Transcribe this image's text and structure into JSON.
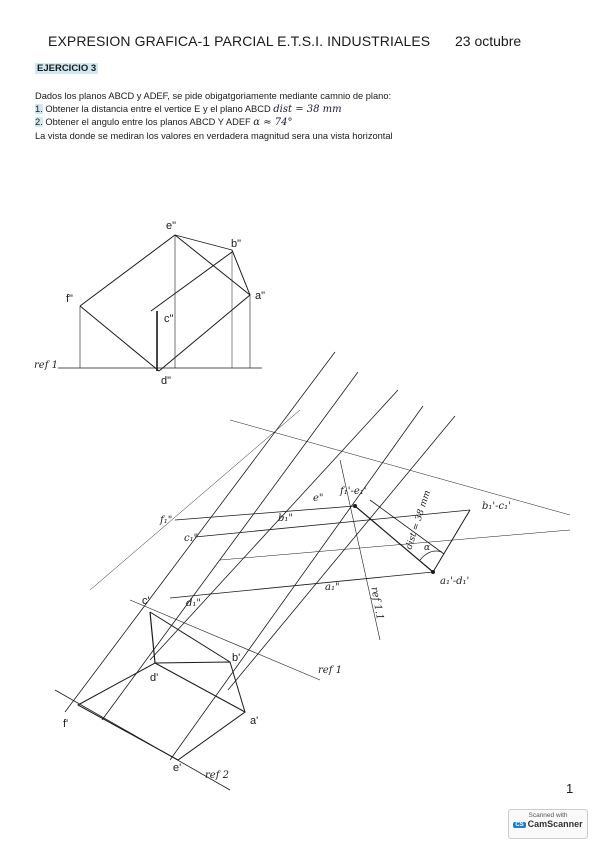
{
  "header": {
    "title": "EXPRESION GRAFICA-1 PARCIAL E.T.S.I. INDUSTRIALES",
    "date": "23 octubre"
  },
  "exercise": {
    "heading": "EJERCICIO 3"
  },
  "statement": {
    "intro": "Dados los planos ABCD y ADEF, se pide obigatgoriamente mediante camnio de plano:",
    "item1_num": "1.",
    "item1_text": "Obtener la distancia entre el vertice E y el plano ABCD",
    "item1_answer": "dist = 38 mm",
    "item2_num": "2.",
    "item2_text": "Obtener el angulo entre los planos ABCD Y ADEF",
    "item2_answer": "α ≈ 74°",
    "note": "La vista donde se mediran los valores en verdadera magnitud sera una vista horizontal"
  },
  "labels": {
    "e2": "e\"",
    "b2": "b\"",
    "f2": "f\"",
    "a2": "a\"",
    "c2": "c\"",
    "d2": "d\"",
    "ref1_left": "ref 1",
    "c1": "c'",
    "d1": "d'",
    "b1": "b'",
    "f1": "f'",
    "a1": "a'",
    "e1": "e'",
    "ref1": "ref 1",
    "ref2": "ref 2",
    "ref11": "ref 1.1",
    "f12": "f₁\"",
    "c12": "c₁\"",
    "e12": "e\"",
    "b12": "b₁\"",
    "d12": "d₁\"",
    "a12": "a₁\"",
    "fe1": "f₁'-e₁'",
    "bc1": "b₁'-c₁'",
    "ad1": "a₁'-d₁'",
    "dist": "dist = 38 mm",
    "alpha": "α"
  },
  "footer": {
    "page": "1",
    "scan_top": "Scanned with",
    "scan_badge": "CS",
    "scan_brand": "CamScanner"
  }
}
